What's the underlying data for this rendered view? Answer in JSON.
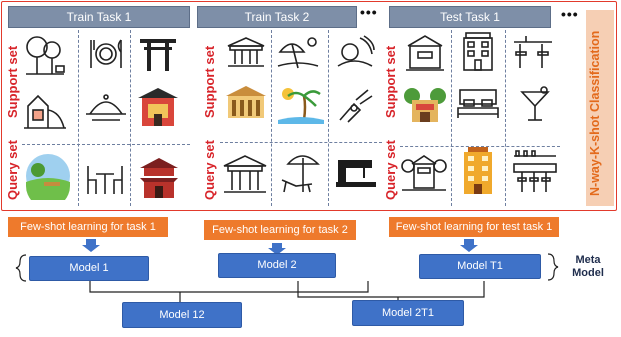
{
  "tasks": [
    {
      "title": "Train Task 1"
    },
    {
      "title": "Train Task 2"
    },
    {
      "title": "Test Task 1"
    }
  ],
  "ellipsis": "•••",
  "labels": {
    "support": "Support set",
    "query": "Query set"
  },
  "side_label": "N-way-K-shot Classification",
  "learning": [
    "Few-shot learning for task 1",
    "Few-shot learning for task 2",
    "Few-shot learning for test task 1"
  ],
  "models": {
    "m1": "Model 1",
    "m2": "Model 2",
    "mt1": "Model T1",
    "m12": "Model 12",
    "m2t1": "Model 2T1",
    "meta": "Meta Model"
  },
  "icons": {
    "task1": [
      "park-icon",
      "restaurant-cutlery-icon",
      "torii-gate-icon",
      "playground-icon",
      "food-cloche-icon",
      "shrine-icon",
      "park-scene-icon",
      "cafe-table-icon",
      "pagoda-icon"
    ],
    "task2": [
      "museum-icon",
      "beach-umbrella-icon",
      "massage-icon",
      "museum-building-icon",
      "palm-beach-icon",
      "massage-hands-icon",
      "museum-sign-icon",
      "beach-chair-icon",
      "sewing-machine-icon"
    ],
    "test1": [
      "zoo-building-icon",
      "hotel-icon",
      "bar-stools-icon",
      "zoo-gate-icon",
      "hotel-room-icon",
      "cocktail-icon",
      "zoo-entrance-icon",
      "hotel-tower-icon",
      "bar-counter-icon"
    ]
  },
  "colors": {
    "frame": "#e23a2c",
    "title_bg": "#7e8fa8",
    "orange": "#ee7a2c",
    "model_blue": "#3f72c8",
    "side_band": "#f6cfb4",
    "label_red": "#d8242a"
  }
}
